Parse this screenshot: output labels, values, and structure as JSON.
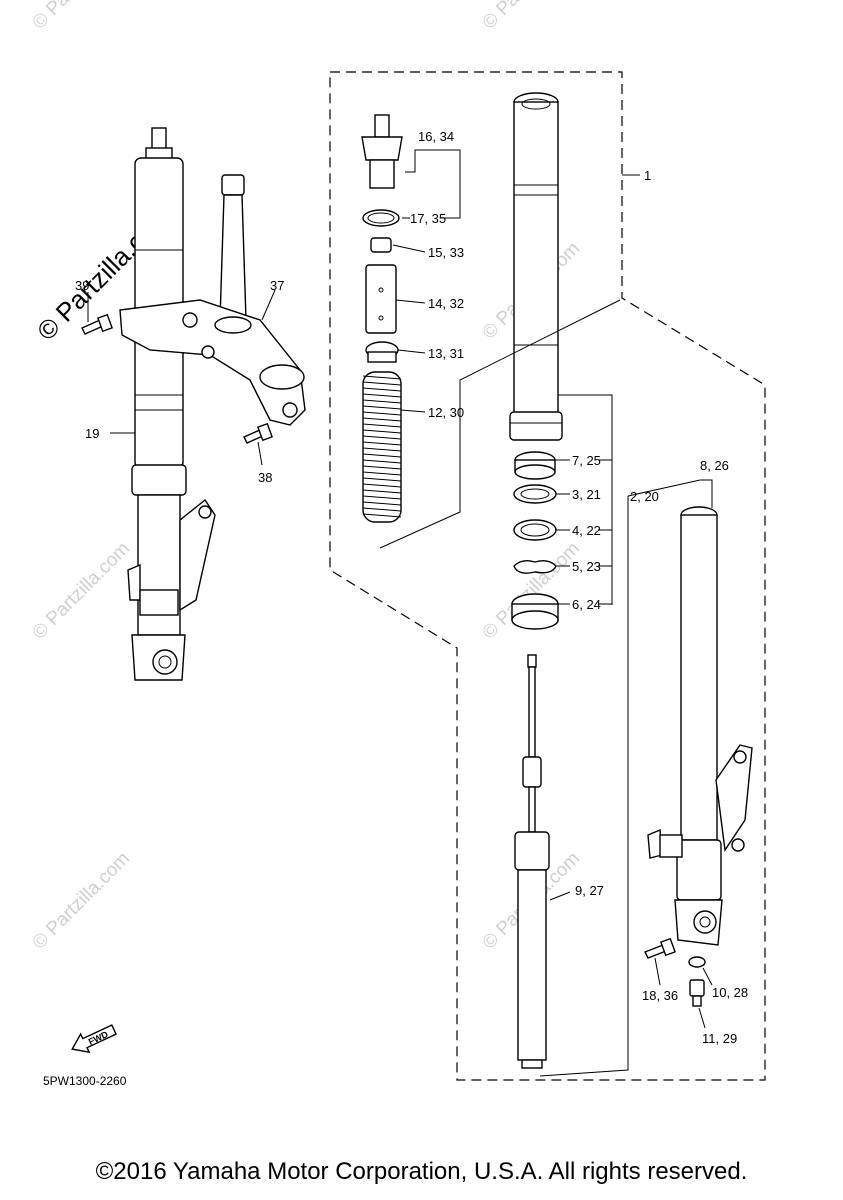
{
  "watermark": "© Partzilla.com",
  "watermark_small": "© Partzilla.com",
  "labels": {
    "p1": "1",
    "p2_20": "2, 20",
    "p3_21": "3, 21",
    "p4_22": "4, 22",
    "p5_23": "5, 23",
    "p6_24": "6, 24",
    "p7_25": "7, 25",
    "p8_26": "8, 26",
    "p9_27": "9, 27",
    "p10_28": "10, 28",
    "p11_29": "11, 29",
    "p12_30": "12, 30",
    "p13_31": "13, 31",
    "p14_32": "14, 32",
    "p15_33": "15, 33",
    "p16_34": "16, 34",
    "p17_35": "17, 35",
    "p18_36": "18, 36",
    "p19": "19",
    "p37": "37",
    "p38": "38",
    "p39": "39"
  },
  "fwd_label": "FWD",
  "diagram_code": "5PW1300-2260",
  "copyright": "©2016 Yamaha Motor Corporation, U.S.A. All rights reserved."
}
